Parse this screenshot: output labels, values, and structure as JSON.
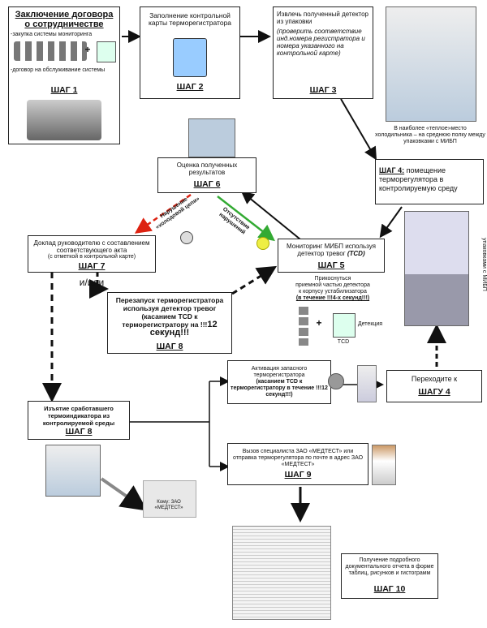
{
  "s1": {
    "title": "Заключение договора о сотрудничестве",
    "l1": "-закупка системы мониторинга",
    "l2": "-договор на обслуживание системы",
    "step": "ШАГ 1"
  },
  "s2": {
    "text": "Заполнение контрольной карты терморегистратора",
    "step": "ШАГ 2"
  },
  "s3": {
    "text1": "Извлечь полученный детектор из упаковки",
    "text2": "(проверить соответствие инд.номера регистратора и номера указанного на контрольной карте)",
    "step": "ШАГ 3"
  },
  "fridge_note": "В наиболее «теплое»место холодильника – на среднюю полку между упаковками с МИБП",
  "s4": {
    "step": "ШАГ 4:",
    "text": "помещение терморегулятора в контролируемую среду"
  },
  "side_note": "В центре терморегистратора между упаковками с МИБП",
  "s6": {
    "text": "Оценка полученных результатов",
    "step": "ШАГ 6"
  },
  "s5": {
    "text": "Мониторинг МИБП используя детектор тревог",
    "tcd": "(TCD)",
    "step": "ШАГ 5"
  },
  "s5note": {
    "l1": "Прикоснуться",
    "l2": "приемной частью детектора",
    "l3": "к корпусу устабилизатора",
    "l4": "(в течение !!!4-х секунд!!!)",
    "detect": "Детекция",
    "tcd": "TCD"
  },
  "violation": "Нарушение «холодовой цепи»",
  "no_violation": "Отсутствие нарушений",
  "s7": {
    "text": "Доклад руководителю с составлением соответствующего акта",
    "note": "(с отметкой в контрольной карте)",
    "step": "ШАГ 7"
  },
  "or": "и/или",
  "s8a": {
    "text": "Перезапуск терморегистратора используя детектор тревог (касанием TCD к терморегистратору на !!!",
    "bold": "12 секунд!!!",
    "step": "ШАГ 8"
  },
  "act": {
    "text": "Активация запасного терморегистратора",
    "bold": "(касанием TCD к терморегистратору в течение !!!12 секунд!!!)"
  },
  "goto": {
    "text": "Переходите к",
    "step": "ШАГУ 4"
  },
  "s8b": {
    "text": "Изъятие сработавшего термоиндикатора из контролируемой среды",
    "step": "ШАГ 8"
  },
  "s9": {
    "text": "Вызов специалиста ЗАО «МЕДТЕСТ» или отправка терморегулятора по почте в адрес ЗАО «МЕДТЕСТ»",
    "step": "ШАГ 9"
  },
  "envelope": "Кому: ЗАО «МЕДТЕСТ»",
  "s10": {
    "text": "Получение подробного документального отчета в форме таблиц, рисунков и гистограмм",
    "step": "ШАГ 10"
  }
}
